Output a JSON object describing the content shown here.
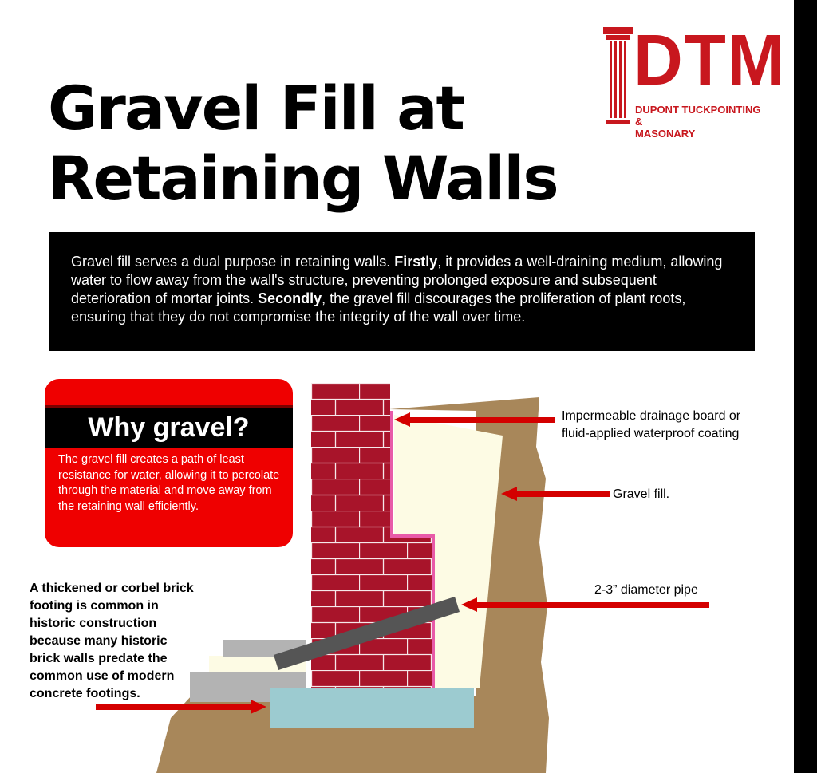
{
  "title": {
    "line1": "Gravel Fill at",
    "line2": "Retaining Walls"
  },
  "logo": {
    "letters": "DTM",
    "line1": "DUPONT TUCKPOINTING &",
    "line2": "MASONARY",
    "color": "#c8171e"
  },
  "intro": {
    "part1": "Gravel fill serves a dual purpose in retaining walls. ",
    "firstly": "Firstly",
    "part2": ", it provides a well-draining medium, allowing water to flow away from the wall's structure, preventing prolonged exposure and subsequent deterioration of mortar joints. ",
    "secondly": "Secondly",
    "part3": ", the gravel fill discourages the proliferation of plant roots, ensuring that they do not compromise the integrity of the wall over time."
  },
  "why_gravel": {
    "heading": "Why gravel?",
    "body": "The gravel fill creates a path of least resistance for water, allowing it to percolate through the material and move away from the retaining wall efficiently."
  },
  "labels": {
    "drainage_line1": "Impermeable drainage board or",
    "drainage_line2": "fluid-applied waterproof coating",
    "gravel": "Gravel fill.",
    "pipe": "2-3” diameter pipe",
    "footing": "A thickened or corbel brick footing is common in historic construction because many historic brick walls predate the common use of modern concrete footings."
  },
  "colors": {
    "soil": "#a8875a",
    "gravel": "#fdfbe4",
    "brick": "#a8142a",
    "footing": "#9ccbd0",
    "pipe": "#555555",
    "membrane": "#e85aa8",
    "arrow": "#d40000"
  }
}
